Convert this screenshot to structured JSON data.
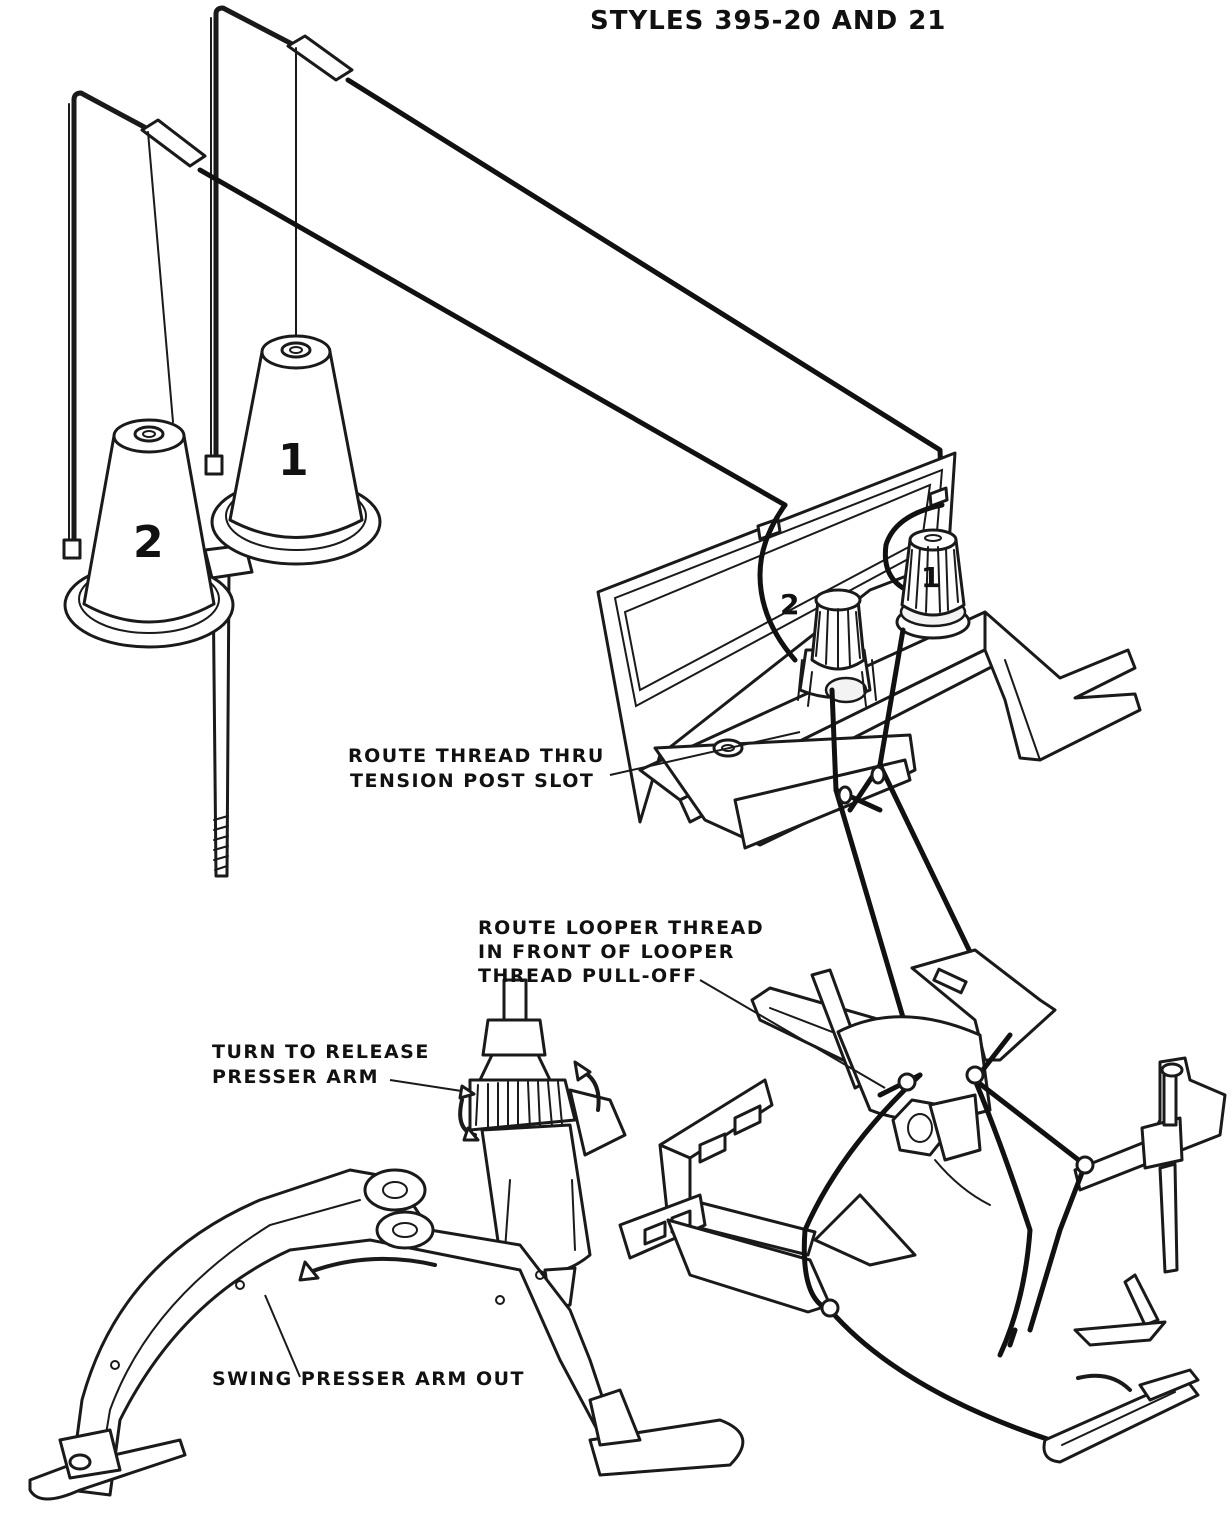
{
  "title": "STYLES 395-20 AND 21",
  "cone_labels": [
    "1",
    "2"
  ],
  "tension_labels": [
    "1",
    "2"
  ],
  "callouts": {
    "route_thread": [
      "ROUTE THREAD THRU",
      "TENSION POST SLOT"
    ],
    "route_looper": [
      "ROUTE LOOPER THREAD",
      "IN FRONT OF LOOPER",
      "THREAD PULL-OFF"
    ],
    "turn_release": [
      "TURN TO RELEASE",
      "PRESSER ARM"
    ],
    "swing_presser": [
      "SWING PRESSER ARM OUT"
    ]
  }
}
